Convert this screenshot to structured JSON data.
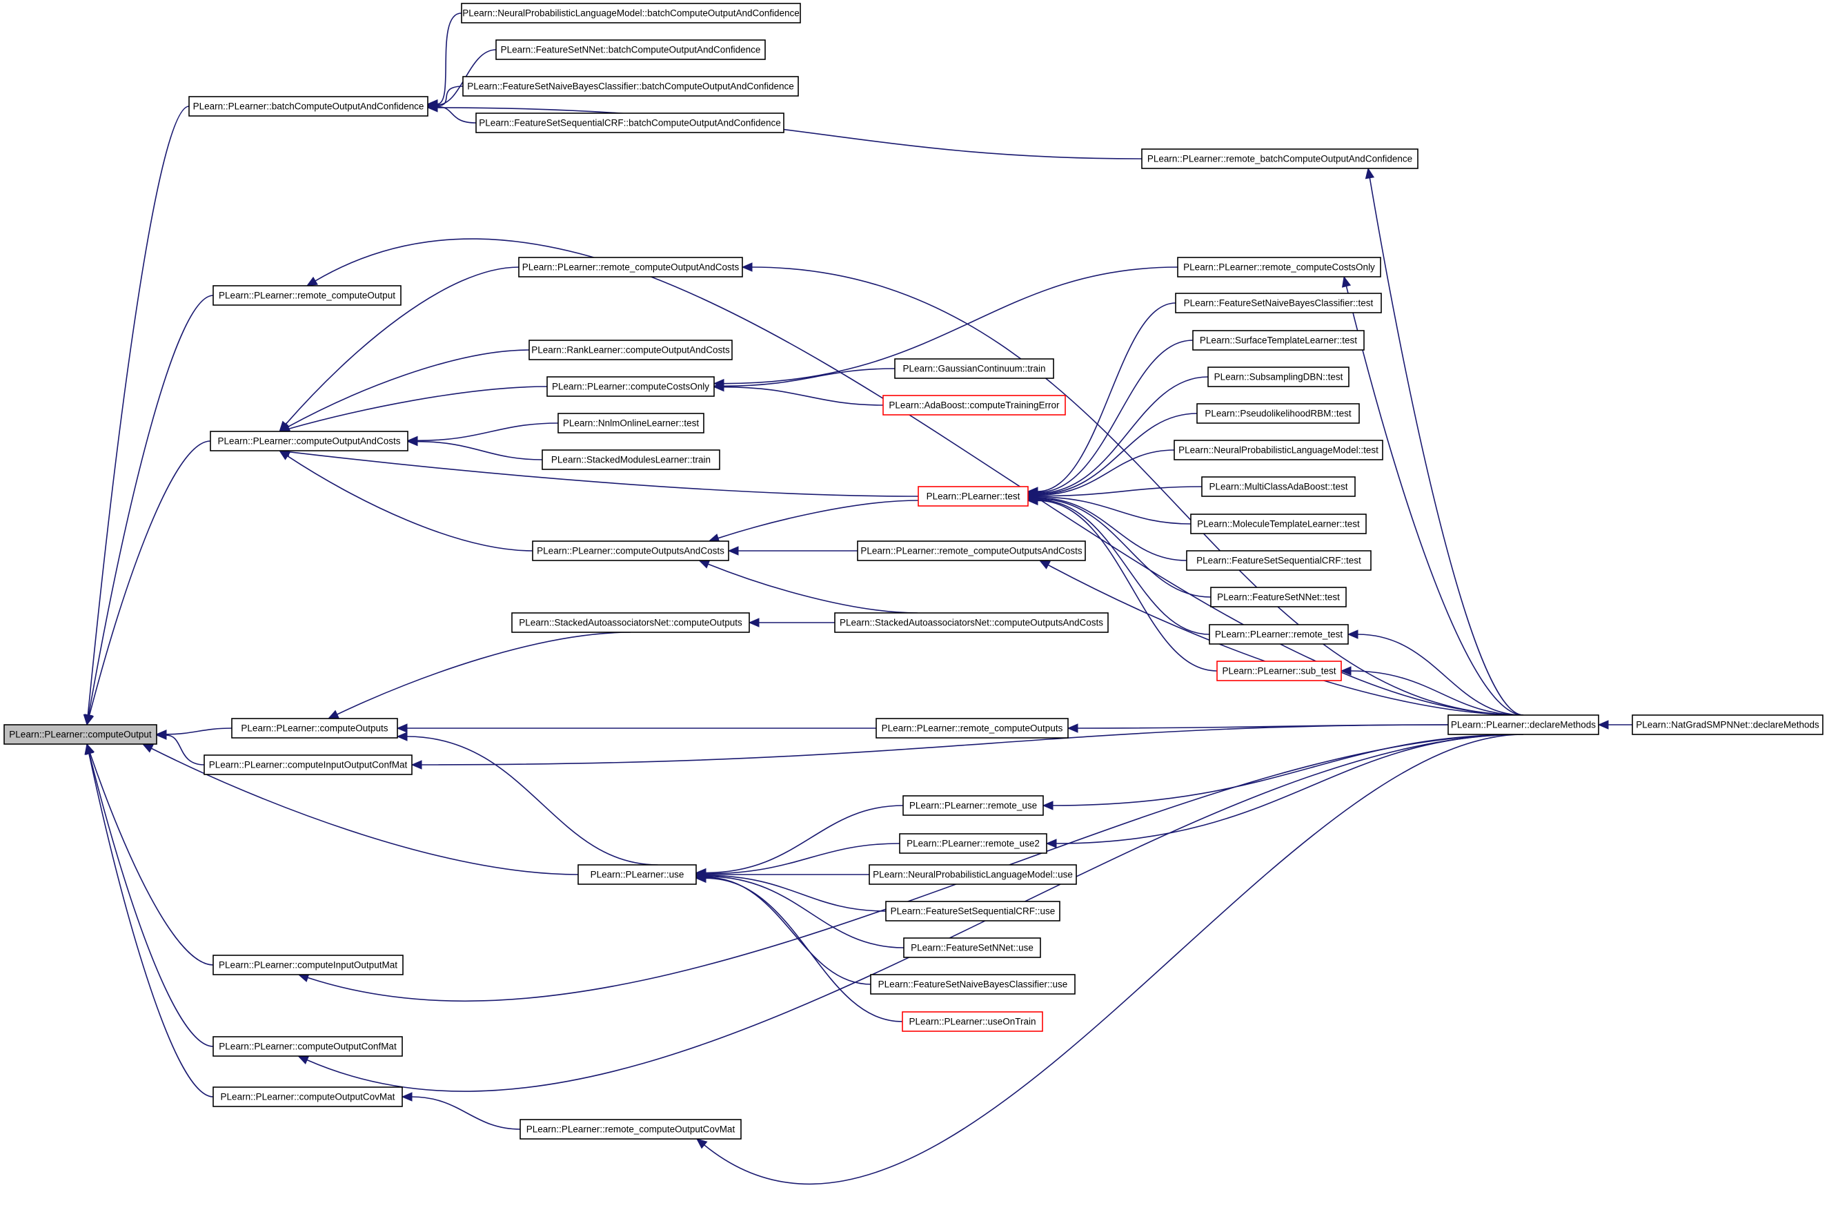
{
  "diagram": {
    "type": "doxygen-caller-graph",
    "colors": {
      "edge": "#191970",
      "root_fill": "#bfbfbf",
      "border": "#000000",
      "truncated_border": "#ff0000"
    },
    "nodes": [
      {
        "id": "n_computeOutput",
        "label": "PLearn::PLearner::computeOutput",
        "style": "root"
      },
      {
        "id": "n_batchCOAC",
        "label": "PLearn::PLearner::batchComputeOutputAndConfidence"
      },
      {
        "id": "n_nplm_batch",
        "label": "PLearn::NeuralProbabilisticLanguageModel::batchComputeOutputAndConfidence"
      },
      {
        "id": "n_fsnn_batch",
        "label": "PLearn::FeatureSetNNet::batchComputeOutputAndConfidence"
      },
      {
        "id": "n_fsnb_batch",
        "label": "PLearn::FeatureSetNaiveBayesClassifier::batchComputeOutputAndConfidence"
      },
      {
        "id": "n_fscrf_batch",
        "label": "PLearn::FeatureSetSequentialCRF::batchComputeOutputAndConfidence"
      },
      {
        "id": "n_remote_batch",
        "label": "PLearn::PLearner::remote_batchComputeOutputAndConfidence"
      },
      {
        "id": "n_remote_co",
        "label": "PLearn::PLearner::remote_computeOutput"
      },
      {
        "id": "n_coac",
        "label": "PLearn::PLearner::computeOutputAndCosts"
      },
      {
        "id": "n_remote_coac",
        "label": "PLearn::PLearner::remote_computeOutputAndCosts"
      },
      {
        "id": "n_rank_coac",
        "label": "PLearn::RankLearner::computeOutputAndCosts"
      },
      {
        "id": "n_cco",
        "label": "PLearn::PLearner::computeCostsOnly"
      },
      {
        "id": "n_remote_cco",
        "label": "PLearn::PLearner::remote_computeCostsOnly"
      },
      {
        "id": "n_gauss_train",
        "label": "PLearn::GaussianContinuum::train"
      },
      {
        "id": "n_ada_cte",
        "label": "PLearn::AdaBoost::computeTrainingError",
        "style": "truncated"
      },
      {
        "id": "n_nnlm_test",
        "label": "PLearn::NnlmOnlineLearner::test"
      },
      {
        "id": "n_sml_train",
        "label": "PLearn::StackedModulesLearner::train"
      },
      {
        "id": "n_test",
        "label": "PLearn::PLearner::test",
        "style": "truncated"
      },
      {
        "id": "n_fsnb_test",
        "label": "PLearn::FeatureSetNaiveBayesClassifier::test"
      },
      {
        "id": "n_stl_test",
        "label": "PLearn::SurfaceTemplateLearner::test"
      },
      {
        "id": "n_sdbn_test",
        "label": "PLearn::SubsamplingDBN::test"
      },
      {
        "id": "n_prbm_test",
        "label": "PLearn::PseudolikelihoodRBM::test"
      },
      {
        "id": "n_nplm_test",
        "label": "PLearn::NeuralProbabilisticLanguageModel::test"
      },
      {
        "id": "n_mcab_test",
        "label": "PLearn::MultiClassAdaBoost::test"
      },
      {
        "id": "n_mtl_test",
        "label": "PLearn::MoleculeTemplateLearner::test"
      },
      {
        "id": "n_fscrf_test",
        "label": "PLearn::FeatureSetSequentialCRF::test"
      },
      {
        "id": "n_fsnn_test",
        "label": "PLearn::FeatureSetNNet::test"
      },
      {
        "id": "n_remote_test",
        "label": "PLearn::PLearner::remote_test"
      },
      {
        "id": "n_sub_test",
        "label": "PLearn::PLearner::sub_test",
        "style": "truncated"
      },
      {
        "id": "n_cosac",
        "label": "PLearn::PLearner::computeOutputsAndCosts"
      },
      {
        "id": "n_remote_cosac",
        "label": "PLearn::PLearner::remote_computeOutputsAndCosts"
      },
      {
        "id": "n_san_cos",
        "label": "PLearn::StackedAutoassociatorsNet::computeOutputs"
      },
      {
        "id": "n_san_cosac",
        "label": "PLearn::StackedAutoassociatorsNet::computeOutputsAndCosts"
      },
      {
        "id": "n_cos",
        "label": "PLearn::PLearner::computeOutputs"
      },
      {
        "id": "n_remote_cos",
        "label": "PLearn::PLearner::remote_computeOutputs"
      },
      {
        "id": "n_declare",
        "label": "PLearn::PLearner::declareMethods"
      },
      {
        "id": "n_ngsmpn",
        "label": "PLearn::NatGradSMPNNet::declareMethods"
      },
      {
        "id": "n_cioconf",
        "label": "PLearn::PLearner::computeInputOutputConfMat"
      },
      {
        "id": "n_use",
        "label": "PLearn::PLearner::use"
      },
      {
        "id": "n_remote_use",
        "label": "PLearn::PLearner::remote_use"
      },
      {
        "id": "n_remote_use2",
        "label": "PLearn::PLearner::remote_use2"
      },
      {
        "id": "n_nplm_use",
        "label": "PLearn::NeuralProbabilisticLanguageModel::use"
      },
      {
        "id": "n_fscrf_use",
        "label": "PLearn::FeatureSetSequentialCRF::use"
      },
      {
        "id": "n_fsnn_use",
        "label": "PLearn::FeatureSetNNet::use"
      },
      {
        "id": "n_fsnb_use",
        "label": "PLearn::FeatureSetNaiveBayesClassifier::use"
      },
      {
        "id": "n_useOnTrain",
        "label": "PLearn::PLearner::useOnTrain",
        "style": "truncated"
      },
      {
        "id": "n_ciomat",
        "label": "PLearn::PLearner::computeInputOutputMat"
      },
      {
        "id": "n_coconf",
        "label": "PLearn::PLearner::computeOutputConfMat"
      },
      {
        "id": "n_cocov",
        "label": "PLearn::PLearner::computeOutputCovMat"
      },
      {
        "id": "n_remote_cocov",
        "label": "PLearn::PLearner::remote_computeOutputCovMat"
      }
    ],
    "edges": [
      {
        "from": "n_batchCOAC",
        "to": "n_computeOutput"
      },
      {
        "from": "n_remote_co",
        "to": "n_computeOutput"
      },
      {
        "from": "n_coac",
        "to": "n_computeOutput"
      },
      {
        "from": "n_cos",
        "to": "n_computeOutput"
      },
      {
        "from": "n_cioconf",
        "to": "n_computeOutput"
      },
      {
        "from": "n_use",
        "to": "n_computeOutput"
      },
      {
        "from": "n_ciomat",
        "to": "n_computeOutput"
      },
      {
        "from": "n_coconf",
        "to": "n_computeOutput"
      },
      {
        "from": "n_cocov",
        "to": "n_computeOutput"
      },
      {
        "from": "n_nplm_batch",
        "to": "n_batchCOAC"
      },
      {
        "from": "n_fsnn_batch",
        "to": "n_batchCOAC"
      },
      {
        "from": "n_fsnb_batch",
        "to": "n_batchCOAC"
      },
      {
        "from": "n_fscrf_batch",
        "to": "n_batchCOAC"
      },
      {
        "from": "n_remote_batch",
        "to": "n_batchCOAC"
      },
      {
        "from": "n_declare",
        "to": "n_remote_batch"
      },
      {
        "from": "n_declare",
        "to": "n_remote_co"
      },
      {
        "from": "n_remote_coac",
        "to": "n_coac"
      },
      {
        "from": "n_rank_coac",
        "to": "n_coac"
      },
      {
        "from": "n_cco",
        "to": "n_coac"
      },
      {
        "from": "n_nnlm_test",
        "to": "n_coac"
      },
      {
        "from": "n_sml_train",
        "to": "n_coac"
      },
      {
        "from": "n_test",
        "to": "n_coac"
      },
      {
        "from": "n_cosac",
        "to": "n_coac"
      },
      {
        "from": "n_declare",
        "to": "n_remote_coac"
      },
      {
        "from": "n_remote_cco",
        "to": "n_cco"
      },
      {
        "from": "n_gauss_train",
        "to": "n_cco"
      },
      {
        "from": "n_ada_cte",
        "to": "n_cco"
      },
      {
        "from": "n_declare",
        "to": "n_remote_cco"
      },
      {
        "from": "n_fsnb_test",
        "to": "n_test"
      },
      {
        "from": "n_stl_test",
        "to": "n_test"
      },
      {
        "from": "n_sdbn_test",
        "to": "n_test"
      },
      {
        "from": "n_prbm_test",
        "to": "n_test"
      },
      {
        "from": "n_nplm_test",
        "to": "n_test"
      },
      {
        "from": "n_mcab_test",
        "to": "n_test"
      },
      {
        "from": "n_mtl_test",
        "to": "n_test"
      },
      {
        "from": "n_fscrf_test",
        "to": "n_test"
      },
      {
        "from": "n_fsnn_test",
        "to": "n_test"
      },
      {
        "from": "n_remote_test",
        "to": "n_test"
      },
      {
        "from": "n_sub_test",
        "to": "n_test"
      },
      {
        "from": "n_declare",
        "to": "n_remote_test"
      },
      {
        "from": "n_declare",
        "to": "n_sub_test"
      },
      {
        "from": "n_test",
        "to": "n_cosac"
      },
      {
        "from": "n_remote_cosac",
        "to": "n_cosac"
      },
      {
        "from": "n_san_cosac",
        "to": "n_cosac"
      },
      {
        "from": "n_declare",
        "to": "n_remote_cosac"
      },
      {
        "from": "n_san_cosac",
        "to": "n_san_cos"
      },
      {
        "from": "n_san_cos",
        "to": "n_cos"
      },
      {
        "from": "n_remote_cos",
        "to": "n_cos"
      },
      {
        "from": "n_use",
        "to": "n_cos"
      },
      {
        "from": "n_declare",
        "to": "n_remote_cos"
      },
      {
        "from": "n_ngsmpn",
        "to": "n_declare"
      },
      {
        "from": "n_declare",
        "to": "n_cioconf"
      },
      {
        "from": "n_remote_use",
        "to": "n_use"
      },
      {
        "from": "n_remote_use2",
        "to": "n_use"
      },
      {
        "from": "n_nplm_use",
        "to": "n_use"
      },
      {
        "from": "n_fscrf_use",
        "to": "n_use"
      },
      {
        "from": "n_fsnn_use",
        "to": "n_use"
      },
      {
        "from": "n_fsnb_use",
        "to": "n_use"
      },
      {
        "from": "n_useOnTrain",
        "to": "n_use"
      },
      {
        "from": "n_declare",
        "to": "n_remote_use"
      },
      {
        "from": "n_declare",
        "to": "n_remote_use2"
      },
      {
        "from": "n_declare",
        "to": "n_ciomat"
      },
      {
        "from": "n_declare",
        "to": "n_coconf"
      },
      {
        "from": "n_remote_cocov",
        "to": "n_cocov"
      },
      {
        "from": "n_declare",
        "to": "n_remote_cocov"
      }
    ]
  }
}
